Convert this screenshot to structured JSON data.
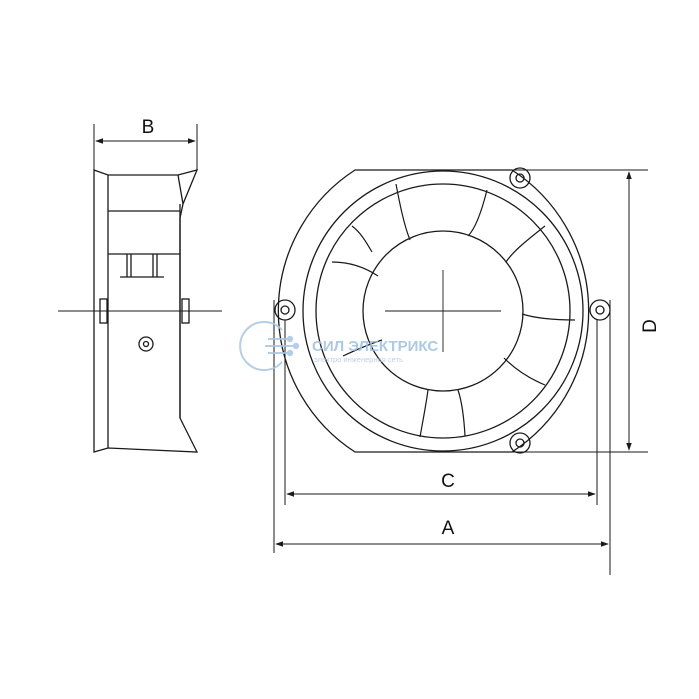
{
  "dimensions": {
    "a": "A",
    "b": "B",
    "c": "C",
    "d": "D"
  },
  "watermark": {
    "title": "СИЛ ЭЛЕКТРИКС",
    "subtitle": "электро инженерная сеть",
    "color": "#9fc0df"
  },
  "colors": {
    "line": "#1a1a1a",
    "background": "#ffffff"
  }
}
